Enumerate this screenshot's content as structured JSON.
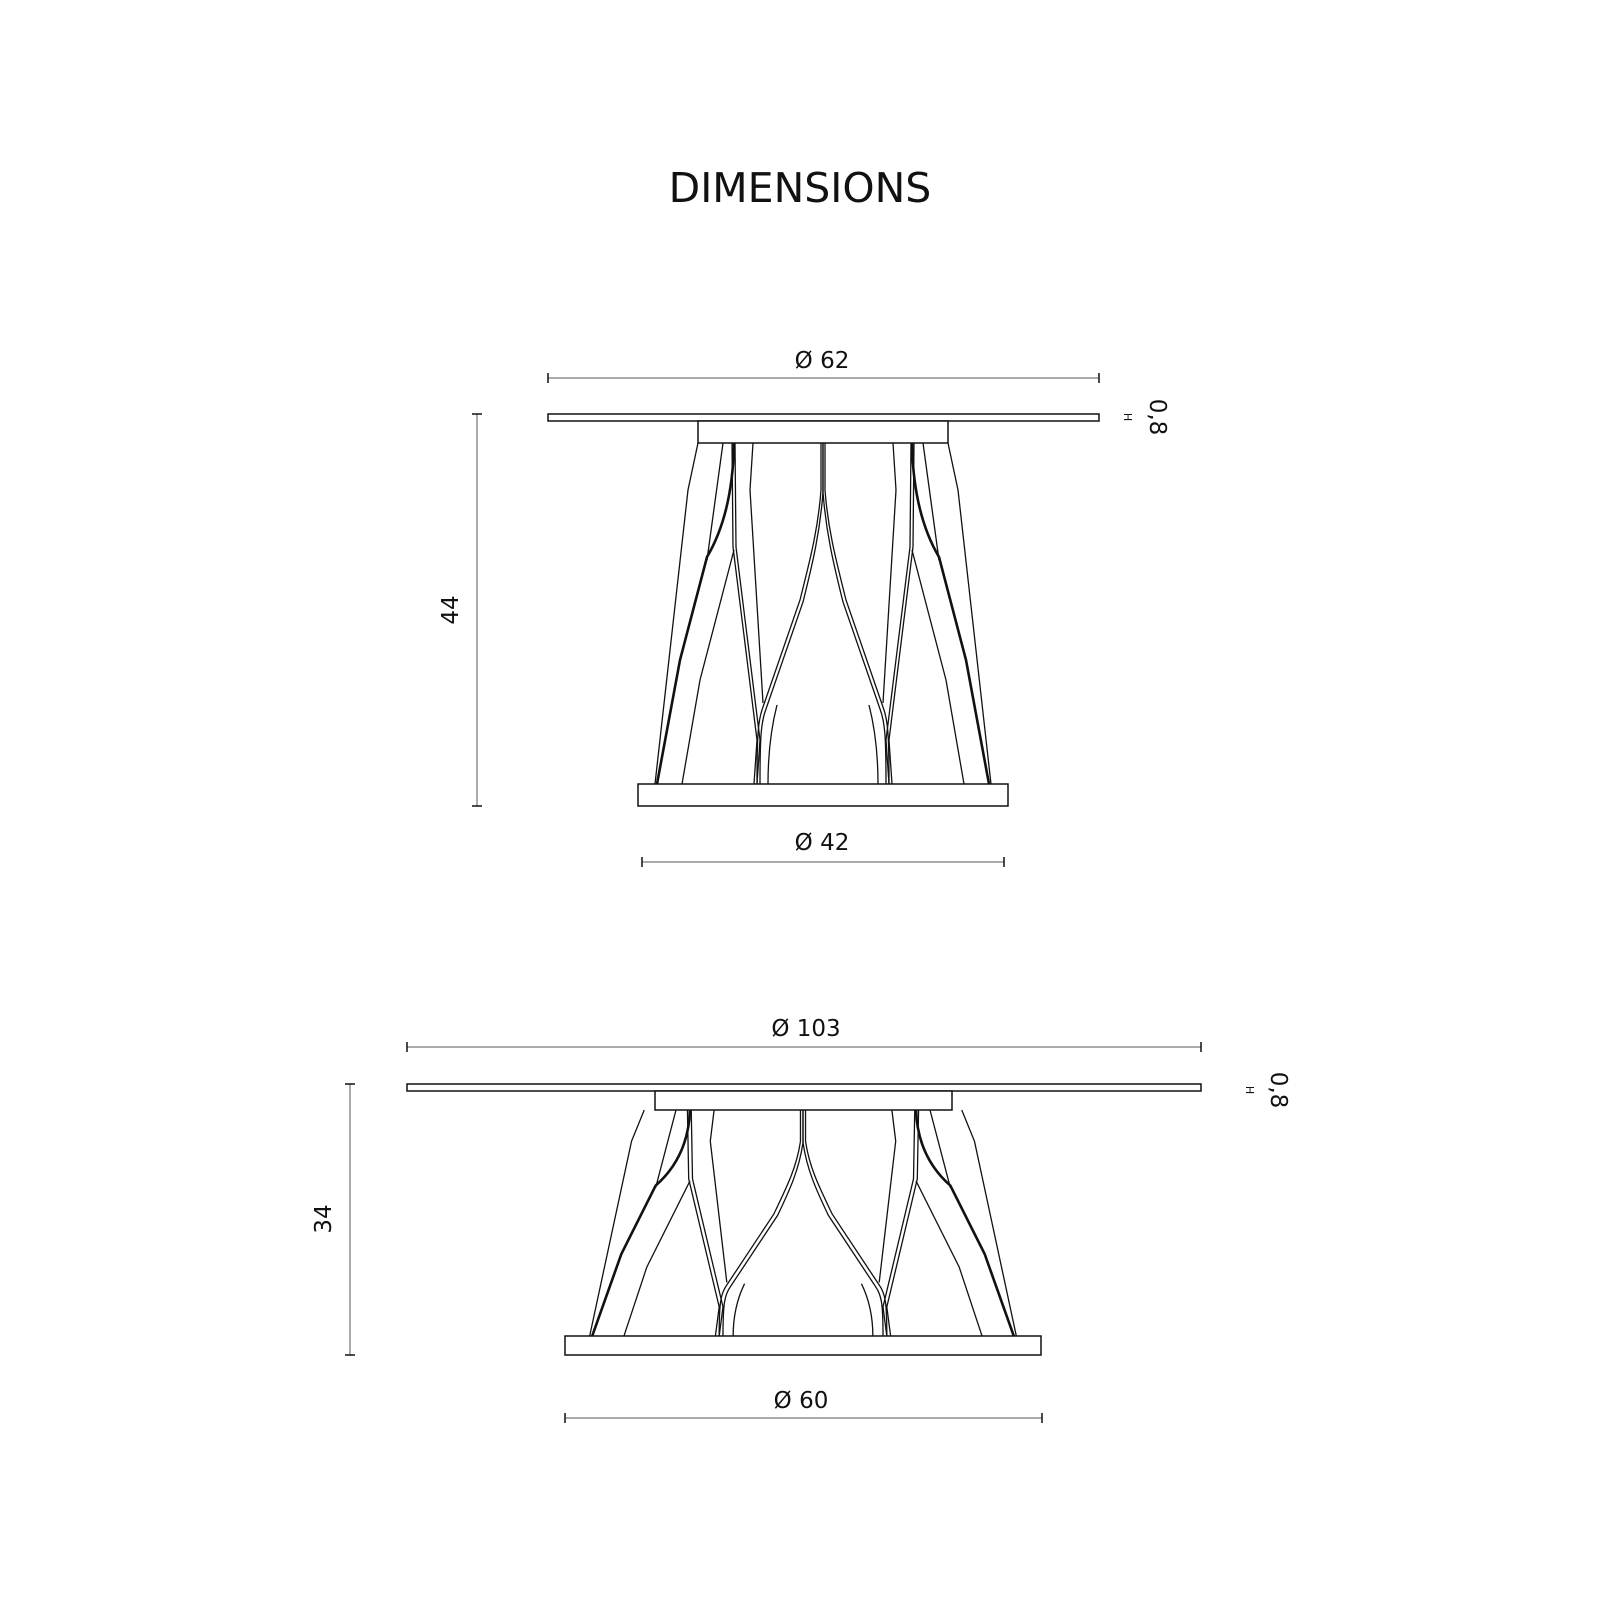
{
  "title": "DIMENSIONS",
  "table_high": {
    "top_diameter": "Ø 62",
    "base_diameter": "Ø 42",
    "height": "44",
    "top_thickness": "0,8",
    "top_thickness_label": "H"
  },
  "table_low": {
    "top_diameter": "Ø 103",
    "base_diameter": "Ø 60",
    "height": "34",
    "top_thickness": "0,8",
    "top_thickness_label": "H"
  },
  "colors": {
    "line": "#111111",
    "background": "#ffffff"
  }
}
